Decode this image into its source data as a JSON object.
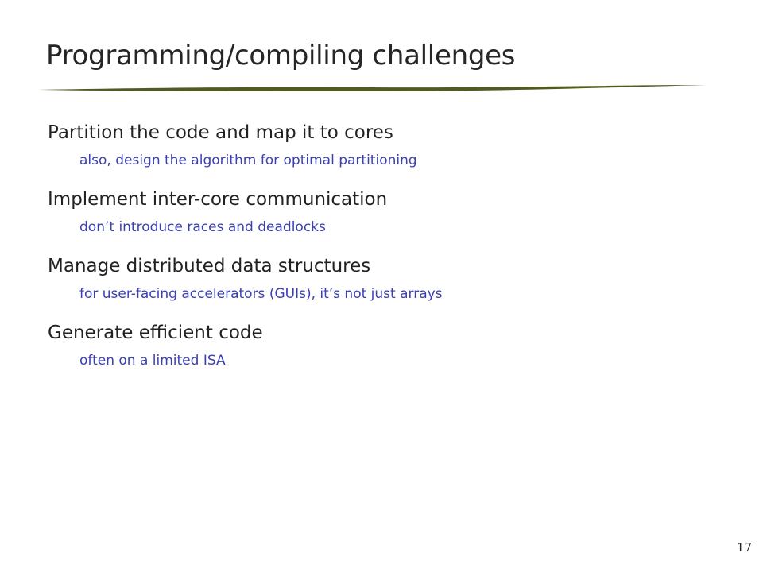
{
  "slide": {
    "title": "Programming/compiling challenges",
    "accent_color": "#4e5d1f",
    "subpoint_color": "#3b3fb6",
    "page_number": "17",
    "points": [
      {
        "text": "Partition the code and map it to cores",
        "subpoint": "also, design the algorithm for optimal partitioning"
      },
      {
        "text": "Implement inter-core communication",
        "subpoint": "don’t introduce races and deadlocks"
      },
      {
        "text": "Manage distributed data structures",
        "subpoint": "for user-facing accelerators (GUIs), it’s not just arrays"
      },
      {
        "text": "Generate efficient code",
        "subpoint": "often on a limited ISA"
      }
    ]
  }
}
